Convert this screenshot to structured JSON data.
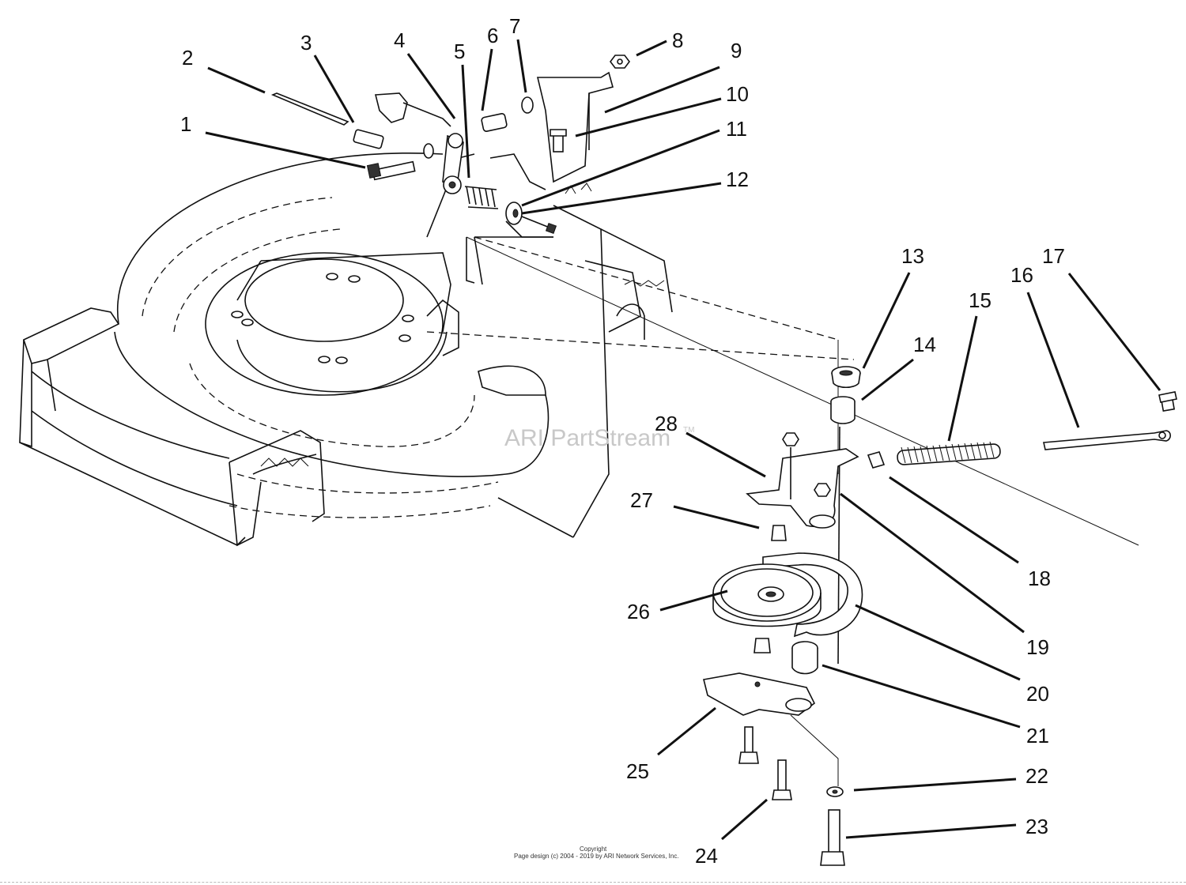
{
  "watermark": {
    "text": "ARI PartStream",
    "trademark": "TM"
  },
  "copyright": {
    "line1": "Copyright",
    "line2": "Page design (c) 2004 - 2019 by ARI Network Services, Inc."
  },
  "callouts": [
    "1",
    "2",
    "3",
    "4",
    "5",
    "6",
    "7",
    "8",
    "9",
    "10",
    "11",
    "12",
    "13",
    "14",
    "15",
    "16",
    "17",
    "18",
    "19",
    "20",
    "21",
    "22",
    "23",
    "24",
    "25",
    "26",
    "27",
    "28"
  ]
}
